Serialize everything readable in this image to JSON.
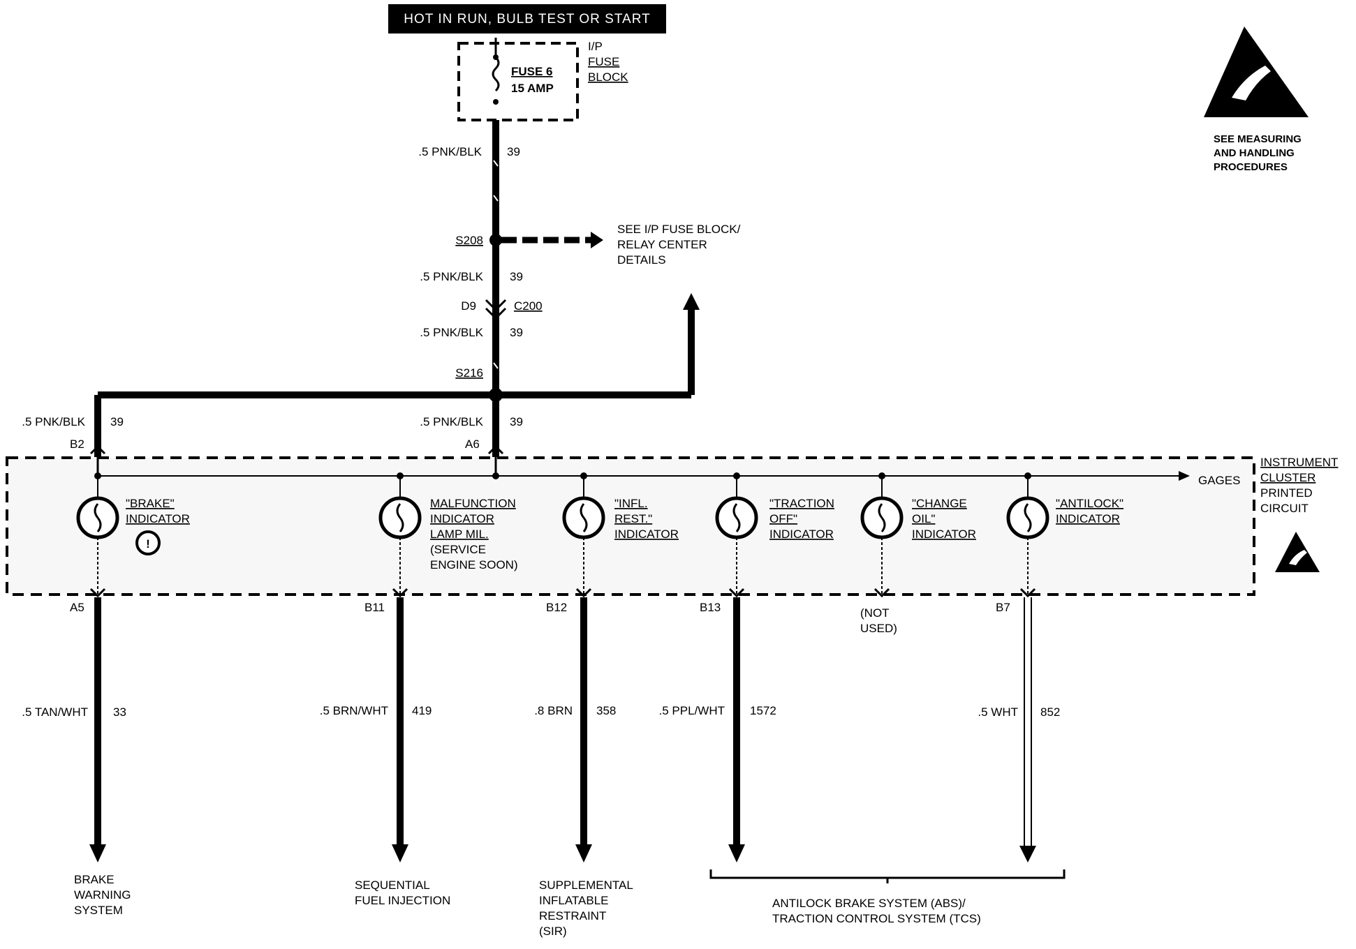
{
  "header": {
    "text": "HOT IN RUN, BULB TEST OR START"
  },
  "fuse_block": {
    "fuse_name": "FUSE 6",
    "fuse_rating": "15 AMP",
    "block_label": [
      "I/P",
      "FUSE",
      "BLOCK"
    ]
  },
  "esd_notice": {
    "lines": [
      "SEE MEASURING",
      "AND HANDLING",
      "PROCEDURES"
    ]
  },
  "feed_wires": [
    {
      "gauge": ".5 PNK/BLK",
      "circuit": "39"
    },
    {
      "gauge": ".5 PNK/BLK",
      "circuit": "39"
    },
    {
      "gauge": ".5 PNK/BLK",
      "circuit": "39"
    },
    {
      "gauge": ".5 PNK/BLK",
      "circuit": "39"
    },
    {
      "gauge": ".5 PNK/BLK",
      "circuit": "39"
    }
  ],
  "splices": {
    "s208": "S208",
    "s216": "S216"
  },
  "s208_reference": [
    "SEE I/P FUSE BLOCK/",
    "RELAY CENTER",
    "DETAILS"
  ],
  "connector": {
    "pin": "D9",
    "name": "C200"
  },
  "cluster_pins": {
    "left": "B2",
    "center": "A6"
  },
  "cluster": {
    "label": [
      "INSTRUMENT",
      "CLUSTER",
      "PRINTED",
      "CIRCUIT"
    ],
    "gages": "GAGES"
  },
  "indicators": [
    {
      "lines": [
        "\"BRAKE\"",
        "INDICATOR"
      ],
      "pin": "A5",
      "wire_gauge": ".5 TAN/WHT",
      "wire_circuit": "33",
      "destination": [
        "BRAKE",
        "WARNING",
        "SYSTEM"
      ],
      "symbol": "!"
    },
    {
      "lines": [
        "MALFUNCTION",
        "INDICATOR",
        "LAMP MIL.",
        "(SERVICE",
        "ENGINE SOON)"
      ],
      "pin": "B11",
      "wire_gauge": ".5 BRN/WHT",
      "wire_circuit": "419",
      "destination": [
        "SEQUENTIAL",
        "FUEL INJECTION"
      ]
    },
    {
      "lines": [
        "\"INFL.",
        "REST.\"",
        "INDICATOR"
      ],
      "pin": "B12",
      "wire_gauge": ".8 BRN",
      "wire_circuit": "358",
      "destination": [
        "SUPPLEMENTAL",
        "INFLATABLE",
        "RESTRAINT",
        "(SIR)"
      ]
    },
    {
      "lines": [
        "\"TRACTION",
        "OFF\"",
        "INDICATOR"
      ],
      "pin": "B13",
      "wire_gauge": ".5 PPL/WHT",
      "wire_circuit": "1572"
    },
    {
      "lines": [
        "\"CHANGE",
        "OIL\"",
        "INDICATOR"
      ],
      "pin": "(NOT",
      "pin_line2": "USED)"
    },
    {
      "lines": [
        "\"ANTILOCK\"",
        "INDICATOR"
      ],
      "pin": "B7",
      "wire_gauge": ".5 WHT",
      "wire_circuit": "852"
    }
  ],
  "abs_group": [
    "ANTILOCK BRAKE SYSTEM (ABS)/",
    "TRACTION CONTROL SYSTEM (TCS)"
  ],
  "colors": {
    "wire": "#000000",
    "background": "#ffffff",
    "header_bg": "#000000"
  }
}
